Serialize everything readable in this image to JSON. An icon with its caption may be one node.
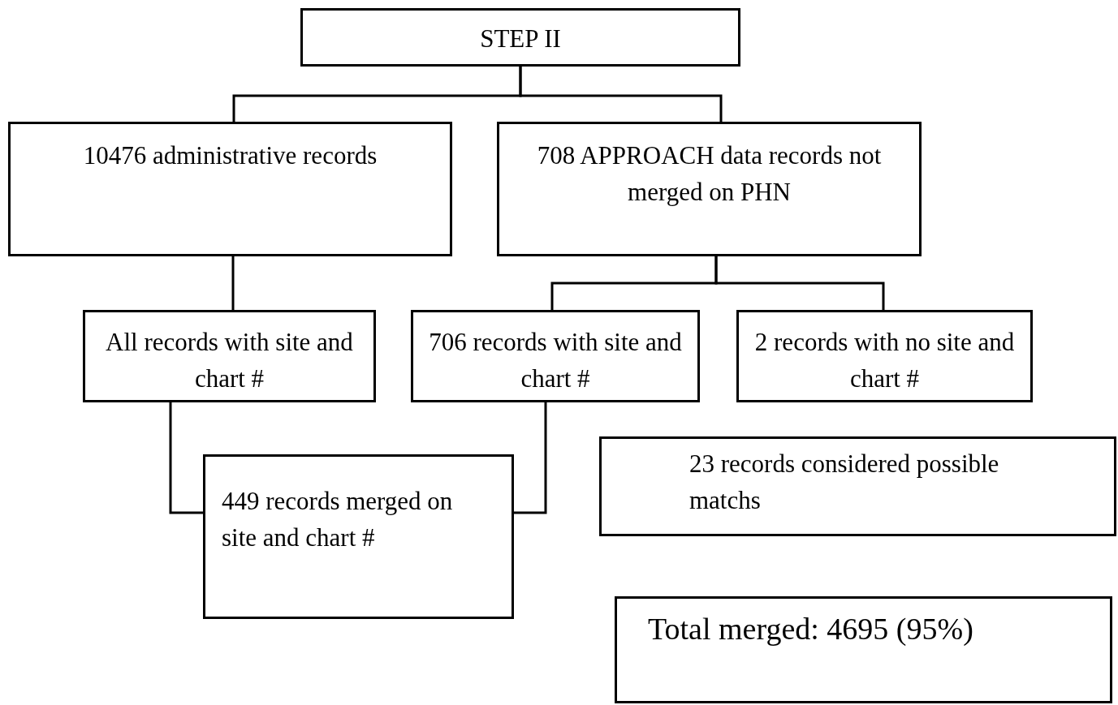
{
  "diagram": {
    "nodes": [
      {
        "text": [
          "STEP II"
        ]
      },
      {
        "text": [
          "10476 administrative records"
        ]
      },
      {
        "text": [
          "708 APPROACH data records not merged on PHN"
        ]
      },
      {
        "text": [
          "All records with site and chart #"
        ]
      },
      {
        "text": [
          "706 records with site and chart #"
        ]
      },
      {
        "text": [
          "2 records with no site and chart #"
        ]
      },
      {
        "text": [
          "23 records considered possible matchs"
        ]
      },
      {
        "text": [
          "449 records merged on site and chart #"
        ]
      },
      {
        "text": [
          "Total merged: 4695 (95%)"
        ]
      }
    ],
    "edges": [
      {
        "from": 0,
        "to": 1,
        "arrow": "none"
      },
      {
        "from": 0,
        "to": 2,
        "arrow": "none"
      },
      {
        "from": 1,
        "to": 3,
        "arrow": "none"
      },
      {
        "from": 2,
        "to": 4,
        "arrow": "none"
      },
      {
        "from": 2,
        "to": 5,
        "arrow": "none"
      },
      {
        "from": 3,
        "to": 7,
        "arrow": "none"
      },
      {
        "from": 4,
        "to": 7,
        "arrow": "none"
      }
    ]
  }
}
